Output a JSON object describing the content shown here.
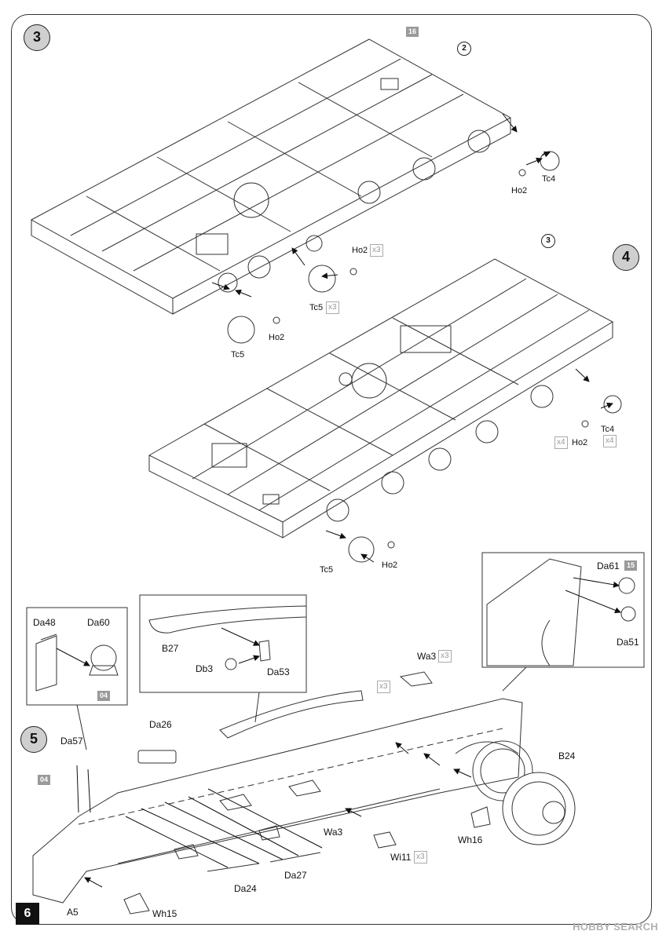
{
  "page_number": "6",
  "steps": [
    "3",
    "4",
    "5"
  ],
  "step3": {
    "sheet_ref": "16",
    "part_number": "2",
    "labels": {
      "ho2_a": "Ho2",
      "tc4": "Tc4",
      "ho2_b": "Ho2",
      "qty_b": "x3",
      "tc5_a": "Tc5",
      "qty_c": "x3",
      "ho2_c": "Ho2",
      "tc5_b": "Tc5"
    }
  },
  "step4": {
    "part_number": "3",
    "labels": {
      "tc4": "Tc4",
      "qty_a": "x4",
      "ho2_a": "Ho2",
      "qty_b": "x4",
      "tc5": "Tc5",
      "ho2_b": "Ho2"
    }
  },
  "step5": {
    "detail_left": {
      "da48": "Da48",
      "da60": "Da60",
      "tag": "04"
    },
    "detail_mid": {
      "b27": "B27",
      "db3": "Db3",
      "da53": "Da53"
    },
    "detail_right": {
      "da61": "Da61",
      "tag": "15",
      "da51": "Da51"
    },
    "labels": {
      "da57": "Da57",
      "tag04": "04",
      "da26": "Da26",
      "wa3_top": "Wa3",
      "wa3_qty": "x3",
      "qty_x3": "x3",
      "b24": "B24",
      "wa3": "Wa3",
      "wh16": "Wh16",
      "wi11": "Wi11",
      "wi11_qty": "x3",
      "da27": "Da27",
      "da24": "Da24",
      "a5": "A5",
      "wh15": "Wh15"
    }
  },
  "watermark": "HOBBY SEARCH",
  "colors": {
    "step_circle": "#cfcfcf",
    "tag": "#9a9a9a",
    "line": "#333333"
  },
  "icons": [
    "step-circle",
    "arrow-icon",
    "cement-icon"
  ]
}
